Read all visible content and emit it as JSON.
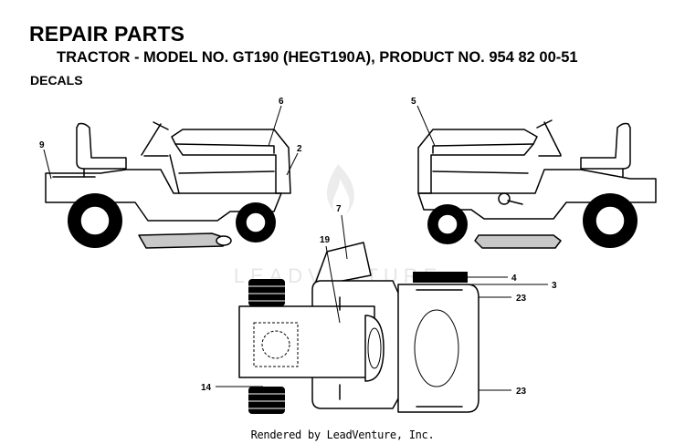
{
  "header": {
    "title": "REPAIR PARTS",
    "subtitle": "TRACTOR - MODEL NO. GT190 (HEGT190A), PRODUCT NO. 954 82 00-51",
    "section": "DECALS"
  },
  "watermark": "LEADVENTURE",
  "callouts": {
    "c9": "9",
    "c6": "6",
    "c2": "2",
    "c5": "5",
    "c7": "7",
    "c19": "19",
    "c4": "4",
    "c3": "3",
    "c23a": "23",
    "c23b": "23",
    "c14": "14"
  },
  "footer": "Rendered by LeadVenture, Inc."
}
